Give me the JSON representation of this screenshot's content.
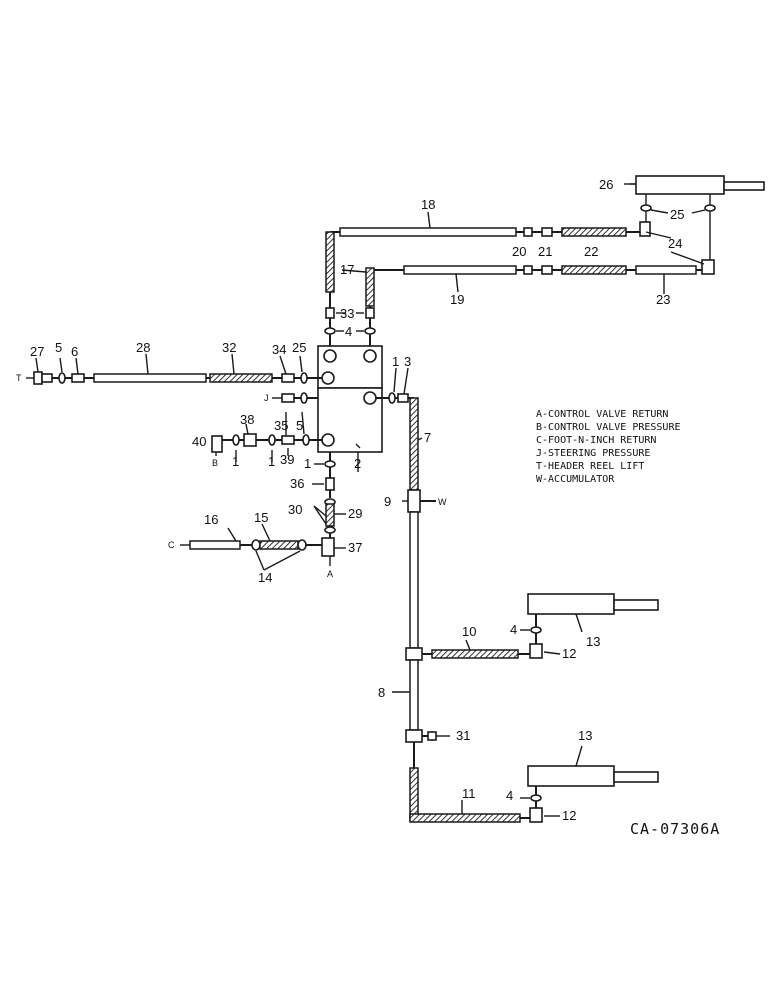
{
  "diagram_code": "CA-07306A",
  "legend": [
    "A-CONTROL VALVE RETURN",
    "B-CONTROL VALVE PRESSURE",
    "C-FOOT-N-INCH RETURN",
    "J-STEERING PRESSURE",
    "T-HEADER REEL LIFT",
    "W-ACCUMULATOR"
  ],
  "connections": {
    "A": "A",
    "B": "B",
    "C": "C",
    "J": "J",
    "T": "T",
    "W": "W"
  },
  "callouts": {
    "n1a": "1",
    "n1b": "1",
    "n1c": "1",
    "n1d": "1",
    "n2": "2",
    "n3": "3",
    "n4a": "4",
    "n4b": "4",
    "n4c": "4",
    "n5a": "5",
    "n5b": "5",
    "n6": "6",
    "n7": "7",
    "n8": "8",
    "n9": "9",
    "n10": "10",
    "n11": "11",
    "n12a": "12",
    "n12b": "12",
    "n13a": "13",
    "n13b": "13",
    "n14": "14",
    "n15": "15",
    "n16": "16",
    "n17": "17",
    "n18": "18",
    "n19": "19",
    "n20": "20",
    "n21": "21",
    "n22": "22",
    "n23": "23",
    "n24": "24",
    "n25a": "25",
    "n25b": "25",
    "n26": "26",
    "n27": "27",
    "n28": "28",
    "n29": "29",
    "n30": "30",
    "n31": "31",
    "n32": "32",
    "n33": "33",
    "n34": "34",
    "n35": "35",
    "n36": "36",
    "n37": "37",
    "n38": "38",
    "n39": "39",
    "n40": "40"
  }
}
